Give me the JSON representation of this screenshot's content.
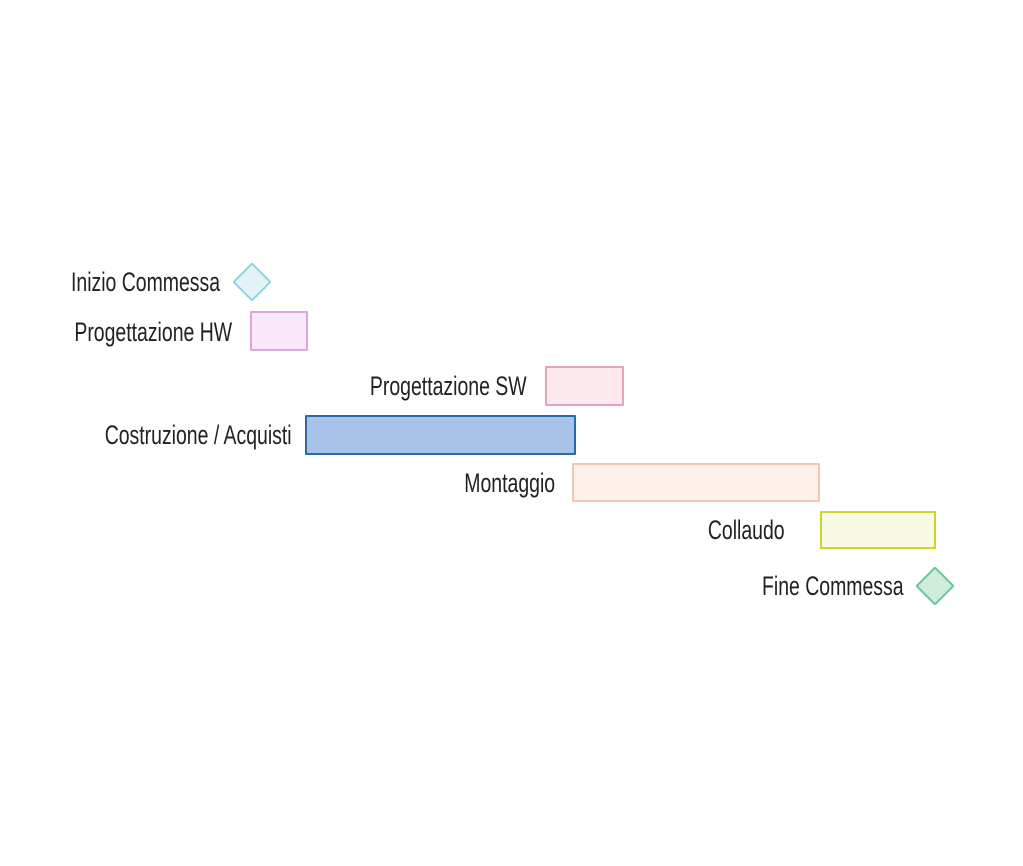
{
  "gantt": {
    "items": [
      {
        "label": "Inizio Commessa",
        "type": "milestone",
        "stroke": "#8fd3e0",
        "fill": "#e2f2f5"
      },
      {
        "label": "Progettazione HW",
        "type": "task",
        "stroke": "#dba6dc",
        "fill": "#fbe8fb"
      },
      {
        "label": "Progettazione SW",
        "type": "task",
        "stroke": "#e2a6b8",
        "fill": "#fde8ec"
      },
      {
        "label": "Costruzione / Acquisti",
        "type": "task",
        "stroke": "#2a6aa8",
        "fill": "#a8c3e8"
      },
      {
        "label": "Montaggio",
        "type": "task",
        "stroke": "#f1c6b6",
        "fill": "#fdf0ea"
      },
      {
        "label": "Collaudo",
        "type": "task",
        "stroke": "#cfd42a",
        "fill": "#f8fae4"
      },
      {
        "label": "Fine Commessa",
        "type": "milestone",
        "stroke": "#6cc49a",
        "fill": "#cfecdd"
      }
    ]
  }
}
